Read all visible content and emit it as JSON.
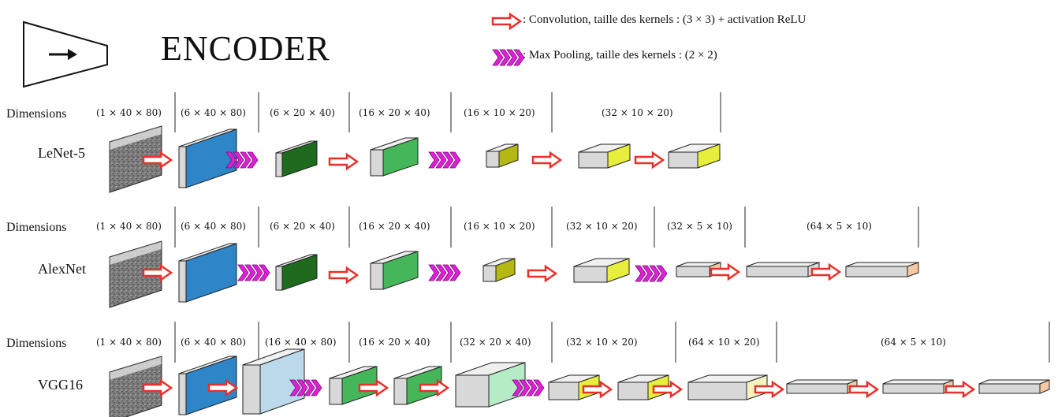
{
  "title": "ENCODER",
  "legend": {
    "conv": ": Convolution, taille des kernels : (3 × 3) + activation ReLU",
    "pool": ": Max Pooling, taille des kernels : (2 × 2)"
  },
  "colors": {
    "arrow": "#e8302a",
    "pool": "#e020d8",
    "blue": "#2e86c8",
    "light_blue": "#bcd9ec",
    "dark_green": "#1f6b1e",
    "green": "#46b65a",
    "light_green": "#b5ecc5",
    "olive": "#b5b812",
    "yellow": "#e8ee3c",
    "pale_yellow": "#f6f3c0",
    "peach": "#f6c8a6",
    "side_gray": "#d8d8d8"
  },
  "rows": [
    {
      "name": "LeNet-5",
      "dim_label": "Dimensions",
      "dims": [
        "(1 × 40 × 80)",
        "(6 × 40 × 80)",
        "(6 × 20 × 40)",
        "(16 × 20 × 40)",
        "(16 × 10 × 20)",
        "(32 × 10 × 20)"
      ]
    },
    {
      "name": "AlexNet",
      "dim_label": "Dimensions",
      "dims": [
        "(1 × 40 × 80)",
        "(6 × 40 × 80)",
        "(6 × 20 × 40)",
        "(16 × 20 × 40)",
        "(16 × 10 × 20)",
        "(32 × 10 × 20)",
        "(32 × 5 × 10)",
        "(64 × 5 × 10)"
      ]
    },
    {
      "name": "VGG16",
      "dim_label": "Dimensions",
      "dims": [
        "(1 × 40 × 80)",
        "(6 × 40 × 80)",
        "(16 × 40 × 80)",
        "(16 × 20 × 40)",
        "(32 × 20 × 40)",
        "(32 × 10 × 20)",
        "(64 × 10 × 20)",
        "(64 × 5 × 10)"
      ]
    }
  ]
}
